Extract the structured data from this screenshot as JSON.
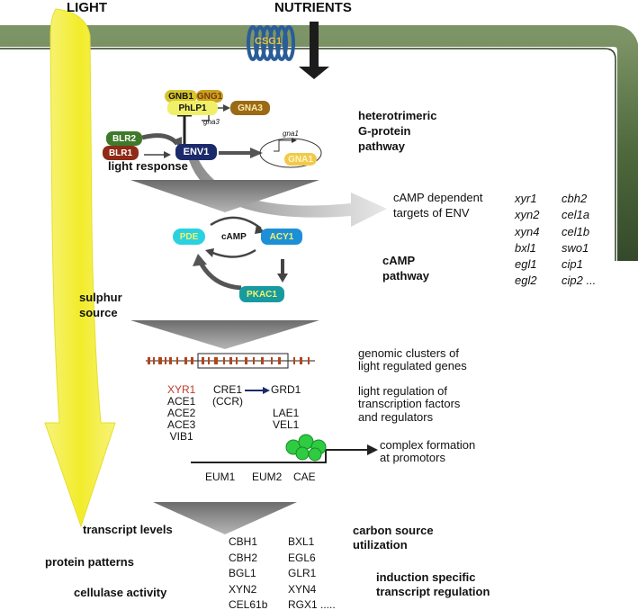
{
  "light": "LIGHT",
  "nutrients": "NUTRIENTS",
  "csg1": "CSG1",
  "proteins": {
    "gnb1": "GNB1",
    "gng1": "GNG1",
    "phlp1": "PhLP1",
    "gna3_gene": "gna3",
    "gna3": "GNA3",
    "blr2": "BLR2",
    "blr1": "BLR1",
    "env1": "ENV1",
    "gna1_gene": "gna1",
    "gna1": "GNA1",
    "pde": "PDE",
    "camp": "cAMP",
    "acy1": "ACY1",
    "pkac1": "PKAC1"
  },
  "labels": {
    "light_response": "light response",
    "g_protein_pathway": "heterotrimeric\nG-protein\npathway",
    "camp_targets": "cAMP dependent\ntargets of ENV",
    "camp_pathway": "cAMP\npathway",
    "sulphur_source": "sulphur\nsource",
    "genomic_clusters": "genomic clusters of\nlight regulated genes",
    "light_regulation_tf": "light regulation of\ntranscription factors\nand regulators",
    "complex_formation": "complex formation\nat promotors"
  },
  "target_genes_col1": [
    "xyr1",
    "xyn2",
    "xyn4",
    "bxl1",
    "egl1",
    "egl2"
  ],
  "target_genes_col2": [
    "cbh2",
    "cel1a",
    "cel1b",
    "swo1",
    "cip1",
    "cip2 ..."
  ],
  "tf_col1_red": "XYR1",
  "tf_col1": [
    "ACE1",
    "ACE2",
    "ACE3",
    "VIB1"
  ],
  "tf_col2": [
    "CRE1",
    "(CCR)"
  ],
  "tf_col3": [
    "GRD1",
    "",
    "LAE1",
    "VEL1"
  ],
  "promoter_elements": [
    "EUM1",
    "EUM2",
    "CAE"
  ],
  "outputs_left": [
    "transcript levels",
    "protein patterns",
    "cellulase activity"
  ],
  "outputs_right": [
    "carbon source\nutilization",
    "induction specific\ntranscript regulation"
  ],
  "output_genes_col1": [
    "CBH1",
    "CBH2",
    "BGL1",
    "XYN2",
    "CEL61b"
  ],
  "output_genes_col2": [
    "BXL1",
    "EGL6",
    "GLR1",
    "XYN4",
    "RGX1 ....."
  ],
  "colors": {
    "cell_wall": "#4f6a3d",
    "light_arrow": "#f4ef3a",
    "env1": "#1b2a6b",
    "blr_red": "#8e2a16",
    "blr_green": "#3f7a2a",
    "gng1": "#c9a21e",
    "gnb1": "#d6c52c",
    "phlp1": "#f0ef6a",
    "gna3": "#9a6a16",
    "gna1": "#f2c94c",
    "pde": "#2ad1e0",
    "acy1": "#1d8fd6",
    "pkac1": "#179aa0",
    "csg1": "#2a5d98",
    "red_text": "#c0392b",
    "cluster_bars": "#b3451b",
    "ribosome": "#2ecc40"
  }
}
